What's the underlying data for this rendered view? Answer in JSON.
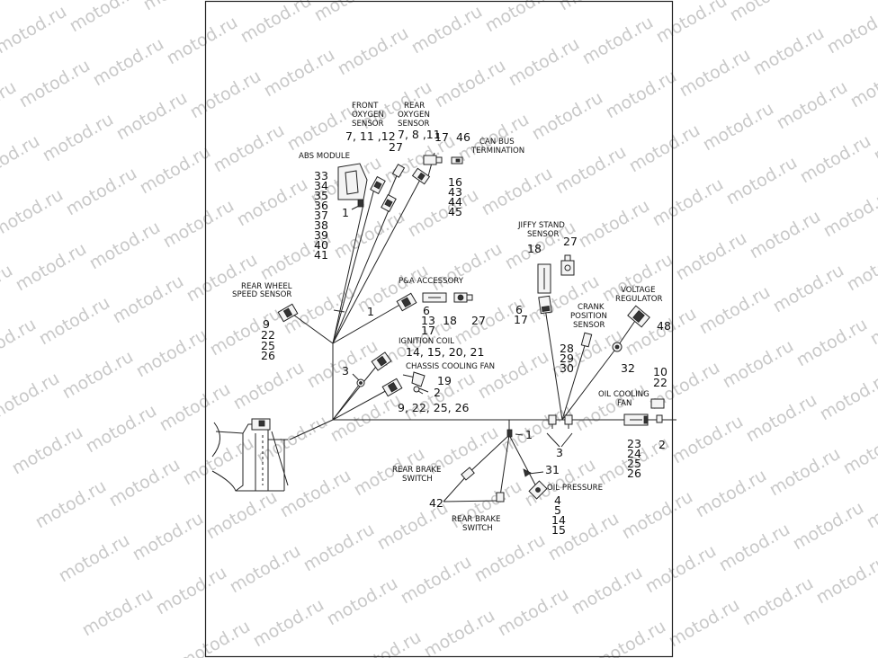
{
  "watermark": {
    "text": "motod.ru"
  },
  "groups": {
    "front_oxygen_sensor": {
      "caption": [
        "FRONT",
        "OXYGEN",
        "SENSOR"
      ],
      "refs": [
        "7, 11 ,12"
      ]
    },
    "rear_oxygen_sensor": {
      "caption": [
        "REAR",
        "OXYGEN",
        "SENSOR"
      ],
      "refs": [
        "7, 8 ,11",
        "27"
      ]
    },
    "can_bus_termination": {
      "caption": [
        "CAN BUS",
        "TERMINATION"
      ],
      "refs": [
        "17",
        "46"
      ]
    },
    "abs_module": {
      "caption": [
        "ABS MODULE"
      ],
      "refs": [
        "33",
        "34",
        "35",
        "36",
        "37",
        "38",
        "39",
        "40",
        "41"
      ],
      "connector_ref": "1"
    },
    "o2_connectors": {
      "refs": [
        "16",
        "43",
        "44",
        "45"
      ]
    },
    "jiffy_stand_sensor": {
      "caption": [
        "JIFFY STAND",
        "SENSOR"
      ],
      "refs": [
        "18",
        "27"
      ],
      "connector_refs": [
        "6",
        "17"
      ]
    },
    "rear_wheel_speed_sensor": {
      "caption": [
        "REAR WHEEL",
        "SPEED SENSOR"
      ],
      "refs": [
        "9",
        "22",
        "25",
        "26"
      ]
    },
    "pa_accessory": {
      "caption": [
        "P&A ACCESSORY"
      ],
      "refs": [
        "6",
        "13",
        "17",
        "18",
        "27"
      ],
      "wire_ref": "1"
    },
    "ignition_coil": {
      "caption": [
        "IGNITION COIL"
      ],
      "refs": [
        "14, 15, 20, 21"
      ],
      "ground_ref": "3"
    },
    "chassis_cooling_fan": {
      "caption": [
        "CHASSIS COOLING FAN"
      ],
      "refs": [
        "19",
        "2",
        "9, 22, 25, 26"
      ]
    },
    "crank_position_sensor": {
      "caption": [
        "CRANK",
        "POSITION",
        "SENSOR"
      ],
      "refs": [
        "28",
        "29",
        "30"
      ]
    },
    "voltage_regulator": {
      "caption": [
        "VOLTAGE",
        "REGULATOR"
      ],
      "refs": [
        "48",
        "32"
      ]
    },
    "oil_cooling_fan": {
      "caption": [
        "OIL COOLING",
        "FAN"
      ],
      "refs": [
        "10",
        "22",
        "2",
        "23",
        "24",
        "25",
        "26"
      ]
    },
    "ground": {
      "refs": [
        "3"
      ]
    },
    "harness_branch": {
      "refs": [
        "1"
      ]
    },
    "rear_brake_switch": {
      "caption_upper": [
        "REAR BRAKE",
        "SWITCH"
      ],
      "caption_lower": [
        "REAR BRAKE",
        "SWITCH"
      ],
      "refs": [
        "42"
      ]
    },
    "oil_pressure": {
      "caption": [
        "OIL PRESSURE"
      ],
      "refs": [
        "31",
        "4",
        "5",
        "14",
        "15"
      ]
    }
  }
}
